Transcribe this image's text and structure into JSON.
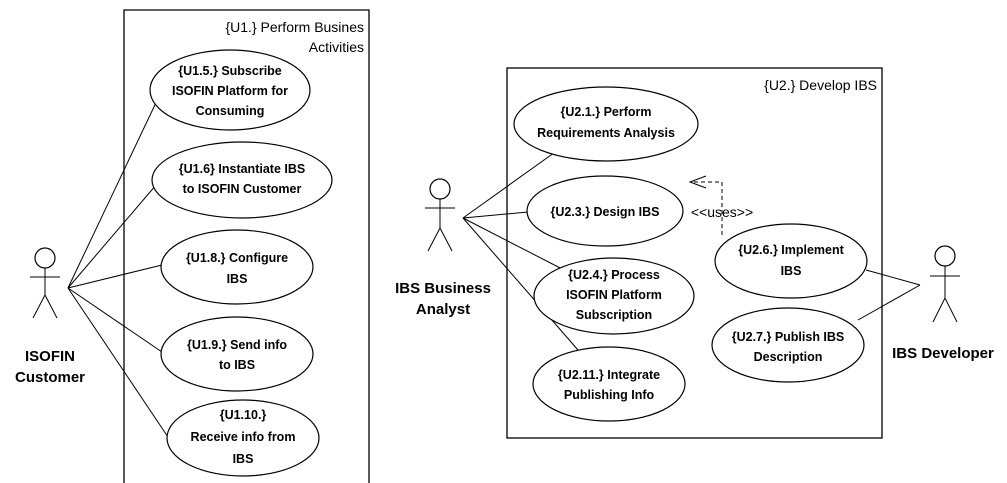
{
  "systems": {
    "u1": {
      "title_line1": "{U1.} Perform Busines",
      "title_line2": "Activities"
    },
    "u2": {
      "title": "{U2.} Develop IBS"
    }
  },
  "actors": {
    "customer": {
      "line1": "ISOFIN",
      "line2": "Customer"
    },
    "analyst": {
      "line1": "IBS Business",
      "line2": "Analyst"
    },
    "developer": {
      "line1": "IBS Developer"
    }
  },
  "use_cases": {
    "u1_5": [
      "{U1.5.} Subscribe",
      "ISOFIN Platform for",
      "Consuming"
    ],
    "u1_6": [
      "{U1.6} Instantiate IBS",
      "to ISOFIN Customer"
    ],
    "u1_8": [
      "{U1.8.} Configure",
      "IBS"
    ],
    "u1_9": [
      "{U1.9.} Send info",
      "to IBS"
    ],
    "u1_10": [
      "{U1.10.}",
      "Receive info from",
      "IBS"
    ],
    "u2_1": [
      "{U2.1.} Perform",
      "Requirements Analysis"
    ],
    "u2_3": [
      "{U2.3.} Design IBS"
    ],
    "u2_4": [
      "{U2.4.} Process",
      "ISOFIN Platform",
      "Subscription"
    ],
    "u2_11": [
      "{U2.11.} Integrate",
      "Publishing Info"
    ],
    "u2_6": [
      "{U2.6.} Implement",
      "IBS"
    ],
    "u2_7": [
      "{U2.7.} Publish IBS",
      "Description"
    ]
  },
  "relations": {
    "uses_label": "<<uses>>"
  }
}
